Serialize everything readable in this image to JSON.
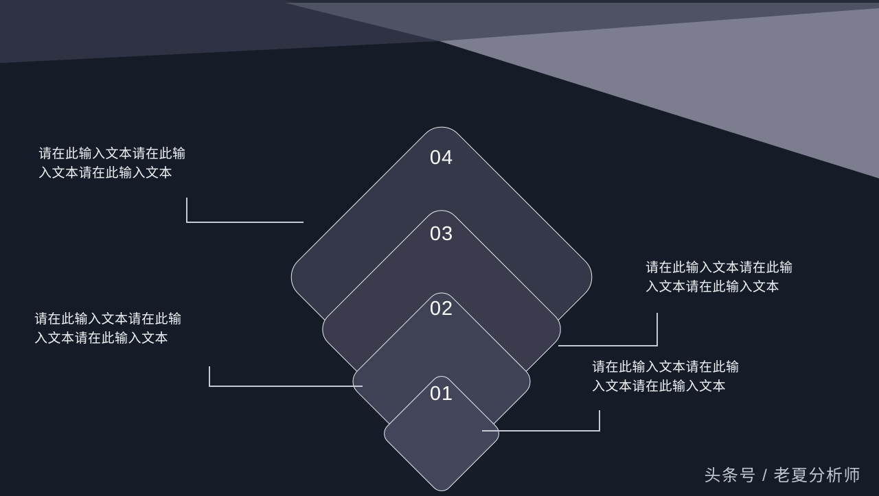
{
  "slide": {
    "background_color": "#151c28",
    "decor": {
      "dark_slate_color": "#2e3242",
      "mid_gray_color": "#4e5263",
      "light_gray_color": "#7d7d90",
      "top_strip_color": "#262b3a"
    },
    "diamonds": [
      {
        "number": "04",
        "fill_color": "#343848",
        "stroke_color": "#e9ecf2"
      },
      {
        "number": "03",
        "fill_color": "#3a3c4e",
        "stroke_color": "#e9ecf2"
      },
      {
        "number": "02",
        "fill_color": "#3f4154",
        "stroke_color": "#e9ecf2"
      },
      {
        "number": "01",
        "fill_color": "#43455a",
        "stroke_color": "#e9ecf2"
      }
    ],
    "callouts": [
      {
        "position": "top-left",
        "line1": "请在此输入文本请在此输",
        "line2": "入文本请在此输入文本"
      },
      {
        "position": "bottom-left",
        "line1": "请在此输入文本请在此输",
        "line2": "入文本请在此输入文本"
      },
      {
        "position": "top-right",
        "line1": "请在此输入文本请在此输",
        "line2": "入文本请在此输入文本"
      },
      {
        "position": "bottom-right",
        "line1": "请在此输入文本请在此输",
        "line2": "入文本请在此输入文本"
      }
    ],
    "connector_color": "#c6cad6",
    "watermark": "头条号 / 老夏分析师"
  }
}
